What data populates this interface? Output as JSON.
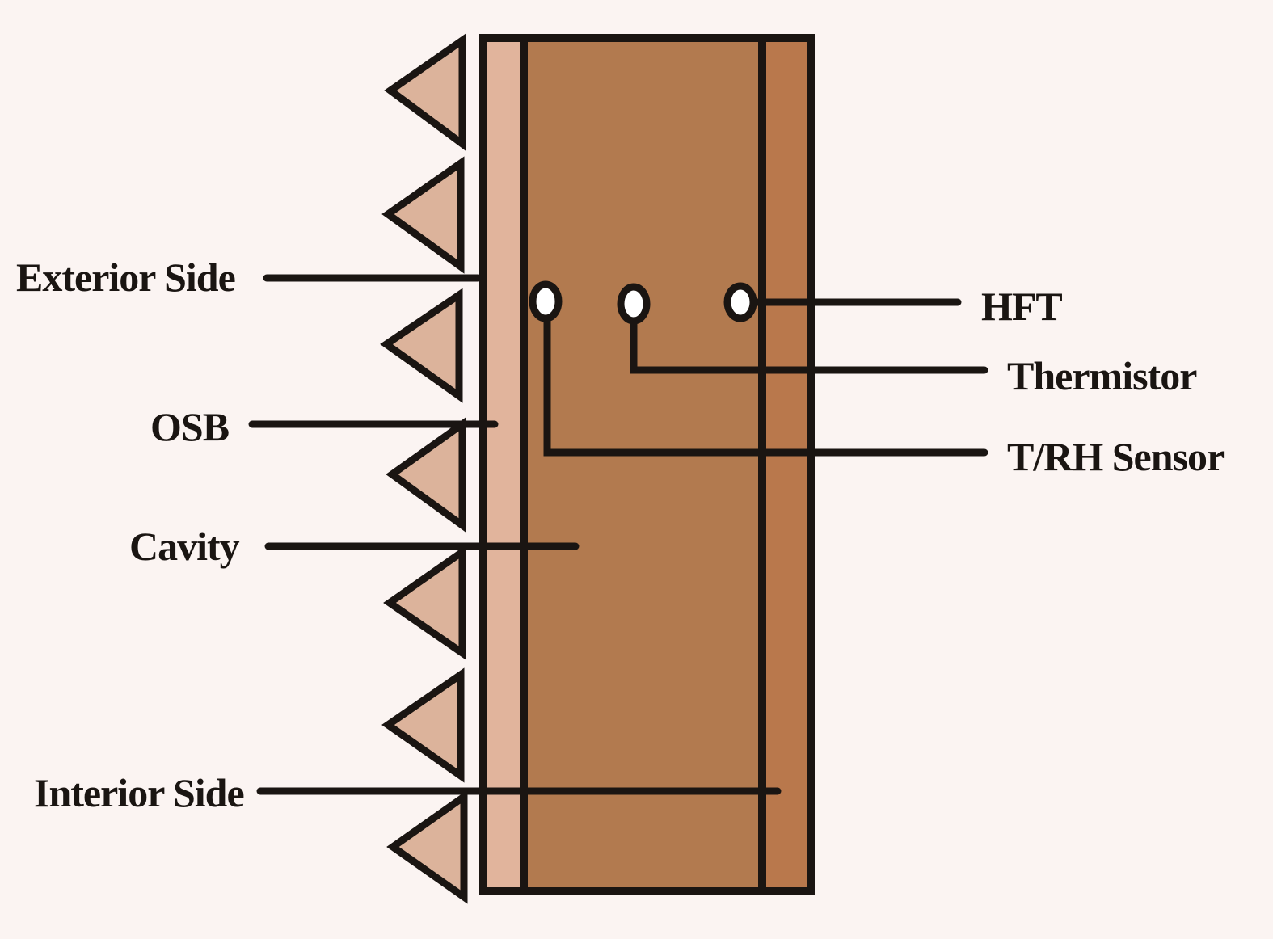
{
  "colors": {
    "background": "#fbf4f2",
    "osb": "#e1b49c",
    "cavity": "#b27a4f",
    "interior_layer": "#b9784c",
    "arrow_fill": "#dcb39b",
    "line": "#1a1512"
  },
  "labels": {
    "exterior_side": "Exterior Side",
    "osb": "OSB",
    "cavity": "Cavity",
    "interior_side": "Interior Side",
    "hft": "HFT",
    "thermistor": "Thermistor",
    "trh_sensor": "T/RH Sensor"
  }
}
